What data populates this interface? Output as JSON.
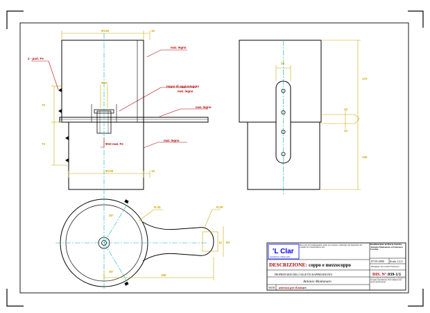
{
  "top_view": {
    "dim_width": "Φ130",
    "dim_wall": "10",
    "label_top_material": "mat. legno",
    "label_pin": "2 - part. Fe",
    "dim_bolt": "Φ10",
    "label_bracket": "toppo di aggiustaggio",
    "label_bracket_material": "mat. legno",
    "label_plate_material": "mat. legno",
    "dim_upper_height": "70",
    "dim_lower_height": "70",
    "label_nut": "Φ10 mat. Fe",
    "label_bottom_material": "mat. legno",
    "dim_bottom_width": "Φ130",
    "dim_bottom_wall": "10"
  },
  "side_view": {
    "dim_strap_width": "25",
    "dim_total_height": "170",
    "dim_offset_a": "10",
    "dim_offset_b": "10",
    "dim_lower_height": "100"
  },
  "plan_view": {
    "angle_top": "30°",
    "angle_bottom": "30°",
    "dim_radius_body": "R.30",
    "dim_radius_handle": "R.25",
    "dim_handle_length": "180",
    "dim_handle_small": "12",
    "dim_handle_large": "50"
  },
  "title_block": {
    "logo": "'L Clar",
    "logo_sub": "Associazione \"Clarae-vado\"",
    "intro": "Raccolta di testimonianze delle ore passate, realizzata sui materiali del castello di Castell'Alfero AT",
    "authors": "Realizzazione di Mario Amerio, Antonio Montanaro e Francesco Cortina",
    "date": "07-05-2008",
    "scale": "Scala 1:2,5",
    "drawn_by": "Disegnato da Cortina Francesco",
    "desc_label": "DESCRIZIONE:",
    "desc_value": "coppo e mezzocoppo",
    "drawing_label": "DIS. N°",
    "drawing_no": "039-1/1",
    "owner_label": "PROPRIETARIO DELL'OGGETTO RAPPRESENTATO",
    "owner_name": "Antonio Montanaro",
    "rights": "Diritti riservati e da distribuzione, il disegno è in regola riproduzione. Non stampare non senza autorizzazione",
    "notes_label": "NOTE",
    "notes_value": "attrezzo per il misure"
  },
  "colors": {
    "outline": "#000000",
    "centerline": "#00b0b0",
    "dimension": "#c8a800",
    "leader": "#b00000",
    "logo_fill": "#0000ff",
    "logo_bg": "#ffffff"
  }
}
